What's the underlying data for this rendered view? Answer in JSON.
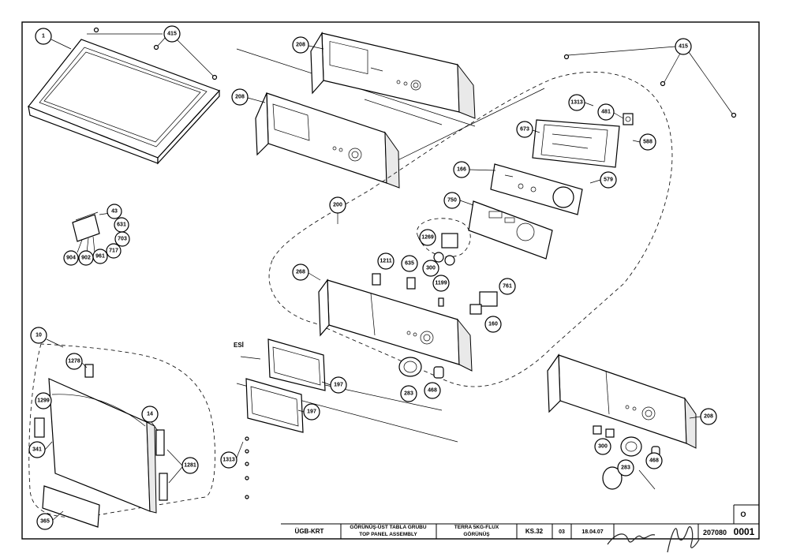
{
  "callouts": {
    "c1": "1",
    "c415a": "415",
    "c208a": "208",
    "c208b": "208",
    "c415b": "415",
    "c1313a": "1313",
    "c481": "481",
    "c673": "673",
    "c588": "588",
    "c166": "166",
    "c579": "579",
    "c750": "750",
    "c200": "200",
    "c43": "43",
    "c631": "631",
    "c703": "703",
    "c717": "717",
    "c961": "961",
    "c902": "902",
    "c904": "904",
    "c1269": "1269",
    "c1211": "1211",
    "c635": "635",
    "c300a": "300",
    "c268": "268",
    "c1199": "1199",
    "c761": "761",
    "c160": "160",
    "c10": "10",
    "c1278": "1278",
    "c197a": "197",
    "c197b": "197",
    "c283a": "283",
    "c468a": "468",
    "c208c": "208",
    "c1299": "1299",
    "c14": "14",
    "c341": "341",
    "c1281": "1281",
    "c1313b": "1313",
    "c300b": "300",
    "c283b": "283",
    "c468b": "468",
    "c365": "365"
  },
  "stray_label": "ESİ",
  "title_block": {
    "designer": "ÜGB-KRT",
    "title_tr": "GÖRÜNÜŞ-ÜST TABLA GRUBU",
    "title_en": "TOP PANEL ASSEMBLY",
    "model_line": "TERRA 5KG-FLUX",
    "model_view": "GÖRÜNÜŞ",
    "sheet_code": "KS.32",
    "revision": "03",
    "date": "18.04.07",
    "drawing_number": "207080",
    "drawing_suffix": "0001",
    "corner_letter": "O"
  }
}
